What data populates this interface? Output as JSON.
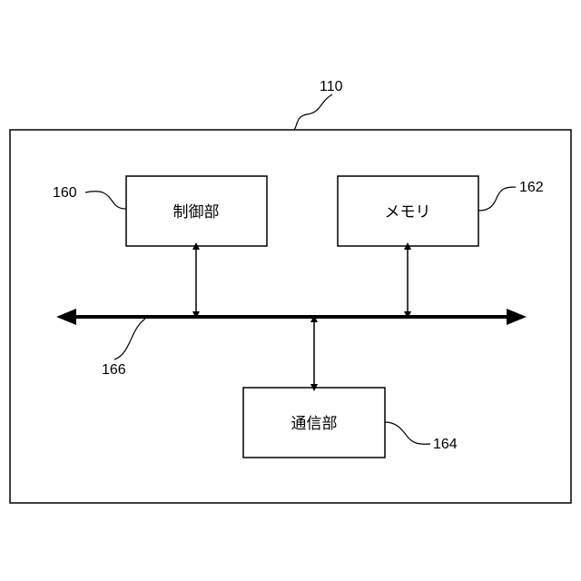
{
  "device": {
    "ref": "110"
  },
  "blocks": {
    "control": {
      "label": "制御部",
      "ref": "160"
    },
    "memory": {
      "label": "メモリ",
      "ref": "162"
    },
    "communication": {
      "label": "通信部",
      "ref": "164"
    }
  },
  "bus": {
    "ref": "166"
  },
  "colors": {
    "line": "#000000",
    "background": "#ffffff"
  }
}
